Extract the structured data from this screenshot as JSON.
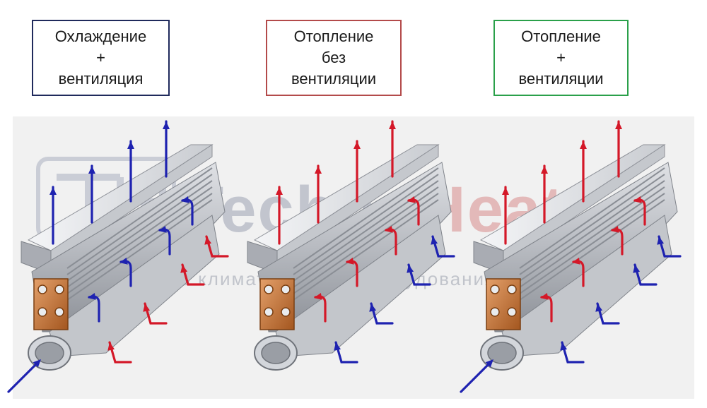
{
  "modes": [
    {
      "lines": [
        "Охлаждение",
        "+",
        "вентиляция"
      ],
      "border_color": "#1f2a5c",
      "arrow_color": "#1e22b0"
    },
    {
      "lines": [
        "Отопление",
        "без",
        "вентиляции"
      ],
      "border_color": "#b34a4a",
      "arrow_color": "#d41828"
    },
    {
      "lines": [
        "Отопление",
        "+",
        "вентиляции"
      ],
      "border_color": "#2aa04a",
      "arrow_color": "#d41828"
    }
  ],
  "watermark": {
    "brand_part1": "Techno",
    "brand_part2": "Heat",
    "registered": "®",
    "tagline": "производство климатического оборудования"
  },
  "colors": {
    "cold_arrow": "#1e22b0",
    "hot_arrow": "#d41828",
    "metal": "#b9bcc2",
    "copper": "#c8743a"
  }
}
